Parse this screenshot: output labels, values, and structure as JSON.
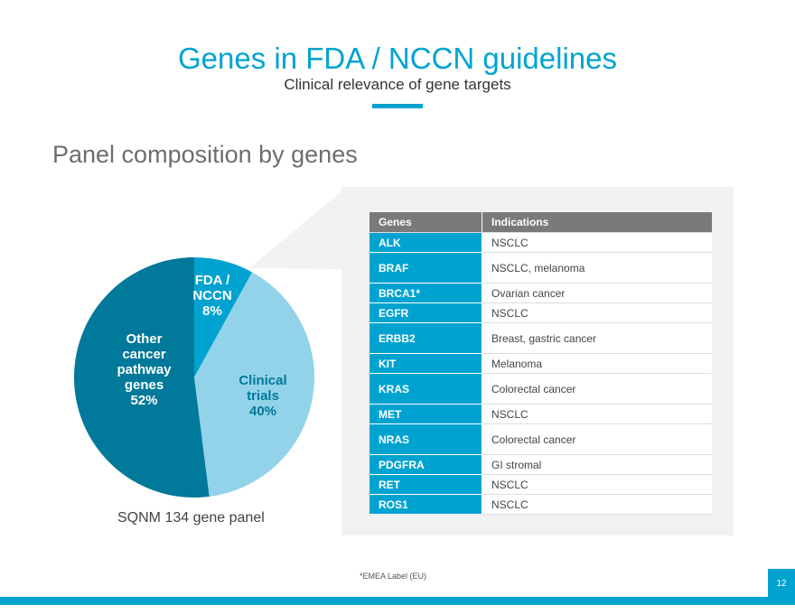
{
  "header": {
    "title": "Genes in FDA / NCCN guidelines",
    "subtitle": "Clinical relevance of gene targets"
  },
  "section_title": "Panel composition by genes",
  "chart_data": {
    "type": "pie",
    "title": "SQNM 134 gene panel",
    "slices": [
      {
        "label": "FDA / NCCN",
        "value": 8,
        "display": "8%",
        "color": "#00a3d0"
      },
      {
        "label": "Clinical trials",
        "value": 40,
        "display": "40%",
        "color": "#92d3ea"
      },
      {
        "label": "Other cancer pathway genes",
        "value": 52,
        "display": "52%",
        "color": "#00799a"
      }
    ]
  },
  "pie_labels": {
    "fda": [
      "FDA /",
      "NCCN",
      "8%"
    ],
    "clinical": [
      "Clinical",
      "trials",
      "40%"
    ],
    "other": [
      "Other",
      "cancer",
      "pathway",
      "genes",
      "52%"
    ]
  },
  "table": {
    "headers": [
      "Genes",
      "Indications"
    ],
    "rows": [
      [
        "ALK",
        "NSCLC"
      ],
      [
        "BRAF",
        "NSCLC, melanoma"
      ],
      [
        "BRCA1*",
        "Ovarian cancer"
      ],
      [
        "EGFR",
        "NSCLC"
      ],
      [
        "ERBB2",
        "Breast, gastric cancer"
      ],
      [
        "KIT",
        "Melanoma"
      ],
      [
        "KRAS",
        "Colorectal cancer"
      ],
      [
        "MET",
        "NSCLC"
      ],
      [
        "NRAS",
        "Colorectal cancer"
      ],
      [
        "PDGFRA",
        "GI stromal"
      ],
      [
        "RET",
        "NSCLC"
      ],
      [
        "ROS1",
        "NSCLC"
      ]
    ]
  },
  "footnote": "*EMEA Label (EU)",
  "page_number": "12"
}
